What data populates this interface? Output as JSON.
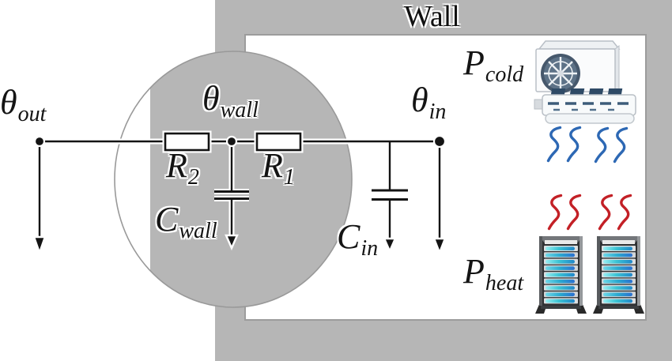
{
  "title": {
    "wall": "Wall"
  },
  "circuit": {
    "theta_out": {
      "base": "θ",
      "sub": "out"
    },
    "theta_wall": {
      "base": "θ",
      "sub": "wall"
    },
    "theta_in": {
      "base": "θ",
      "sub": "in"
    },
    "r2": {
      "base": "R",
      "sub": "2"
    },
    "r1": {
      "base": "R",
      "sub": "1"
    },
    "c_wall": {
      "base": "C",
      "sub": "wall"
    },
    "c_in": {
      "base": "C",
      "sub": "in"
    }
  },
  "room": {
    "p_cold": {
      "base": "P",
      "sub": "cold"
    },
    "p_heat": {
      "base": "P",
      "sub": "heat"
    },
    "cold_arrow_count": 4,
    "heat_arrow_count": 4,
    "icons": [
      "air-conditioner-icon",
      "server-rack-icon",
      "server-rack-icon"
    ]
  },
  "colors": {
    "wall_gray": "#b6b6b6",
    "circuit_black": "#141414",
    "cold_blue": "#2d68b4",
    "heat_red": "#c32026",
    "server_teal": "#3cc4d4"
  }
}
